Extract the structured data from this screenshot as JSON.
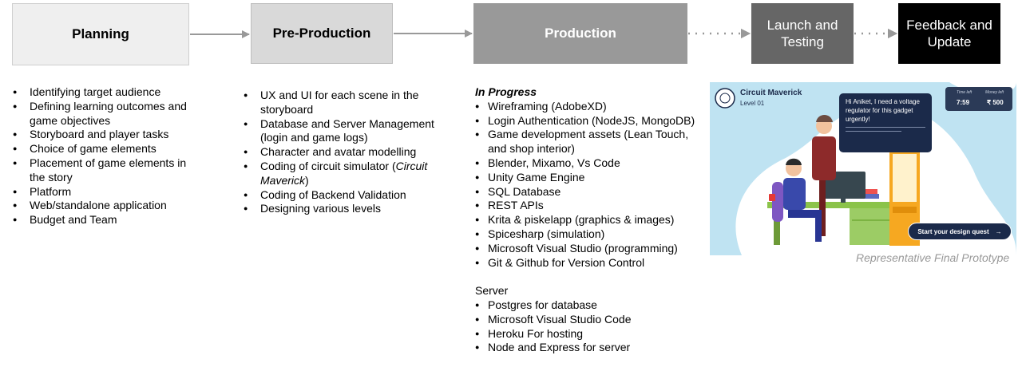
{
  "stages": [
    {
      "label": "Planning"
    },
    {
      "label": "Pre-Production"
    },
    {
      "label": "Production"
    },
    {
      "label": "Launch and Testing"
    },
    {
      "label": "Feedback and Update"
    }
  ],
  "planning_items": [
    "Identifying target audience",
    "Defining learning outcomes and game objectives",
    "Storyboard and player tasks",
    "Choice of game elements",
    "Placement of game elements in the story",
    "Platform",
    "Web/standalone application",
    "Budget and Team"
  ],
  "preproduction_items": [
    {
      "text": "UX and UI for each scene in the storyboard"
    },
    {
      "text": "Database and Server Management (login and game logs)"
    },
    {
      "text": "Character and avatar modelling"
    },
    {
      "text_before": "Coding of circuit simulator (",
      "text_italic": "Circuit Maverick",
      "text_after": ")"
    },
    {
      "text": "Coding of Backend Validation"
    },
    {
      "text": "Designing various levels"
    }
  ],
  "production": {
    "in_progress_heading": "In Progress",
    "in_progress_items": [
      "Wireframing (AdobeXD)",
      "Login Authentication (NodeJS, MongoDB)",
      "Game development assets (Lean Touch, and shop interior)",
      "Blender, Mixamo, Vs Code",
      "Unity Game Engine",
      "SQL Database",
      "REST APIs",
      "Krita & piskelapp (graphics & images)",
      "Spicesharp (simulation)",
      "Microsoft Visual Studio (programming)",
      "Git & Github for Version Control"
    ],
    "server_heading": "Server",
    "server_items": [
      "Postgres for database",
      "Microsoft Visual Studio Code",
      "Heroku For hosting",
      "Node and Express for server"
    ]
  },
  "prototype": {
    "game_title": "Circuit Maverick",
    "level": "Level 01",
    "time_left_label": "Time left",
    "time_left_value": "7:59",
    "money_left_label": "Money left",
    "money_left_value": "₹ 500",
    "speech": "Hi Aniket, I need a voltage regulator for this gadget urgently!",
    "quest_button": "Start your design quest",
    "quest_arrow_icon": "arrow-right-icon",
    "caption": "Representative Final Prototype"
  },
  "colors": {
    "stage_1": "#efefef",
    "stage_2": "#d9d9d9",
    "stage_3": "#999999",
    "stage_4": "#666666",
    "stage_5": "#000000",
    "arrow": "#999999",
    "proto_bg": "#bfe3f2",
    "proto_navy": "#1b2a4a"
  }
}
